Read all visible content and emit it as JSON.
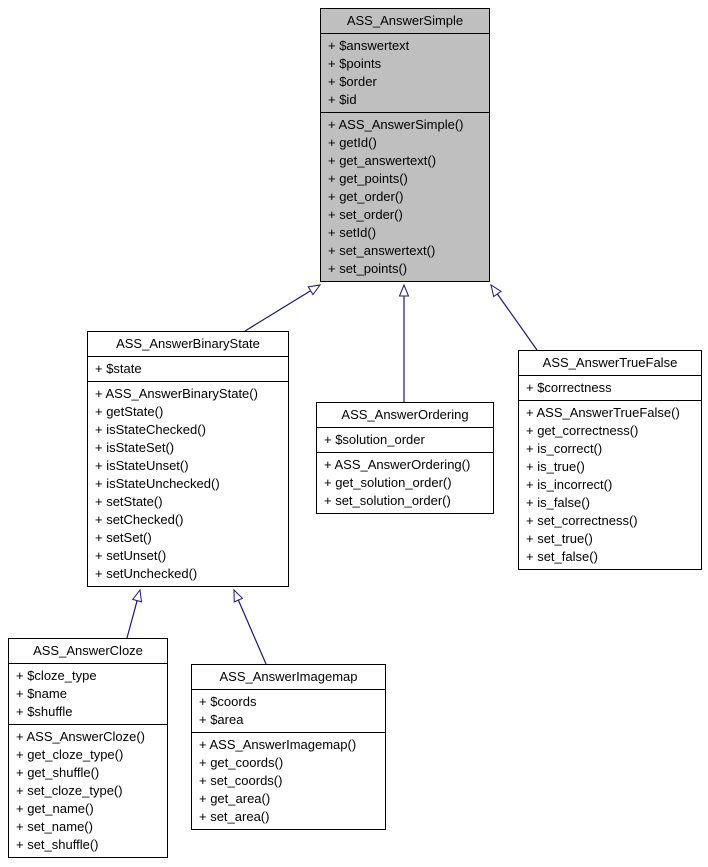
{
  "colors": {
    "edge": "#191970",
    "box_border": "#000000",
    "highlight_fill": "#bfbfbf",
    "node_fill": "#ffffff",
    "background": "#ffffff"
  },
  "classes": [
    {
      "name": "ASS_AnswerSimple",
      "highlighted": true,
      "fields": [
        "+ $answertext",
        "+ $points",
        "+ $order",
        "+ $id"
      ],
      "methods": [
        "+ ASS_AnswerSimple()",
        "+ getId()",
        "+ get_answertext()",
        "+ get_points()",
        "+ get_order()",
        "+ set_order()",
        "+ setId()",
        "+ set_answertext()",
        "+ set_points()"
      ]
    },
    {
      "name": "ASS_AnswerBinaryState",
      "highlighted": false,
      "fields": [
        "+ $state"
      ],
      "methods": [
        "+ ASS_AnswerBinaryState()",
        "+ getState()",
        "+ isStateChecked()",
        "+ isStateSet()",
        "+ isStateUnset()",
        "+ isStateUnchecked()",
        "+ setState()",
        "+ setChecked()",
        "+ setSet()",
        "+ setUnset()",
        "+ setUnchecked()"
      ]
    },
    {
      "name": "ASS_AnswerOrdering",
      "highlighted": false,
      "fields": [
        "+ $solution_order"
      ],
      "methods": [
        "+ ASS_AnswerOrdering()",
        "+ get_solution_order()",
        "+ set_solution_order()"
      ]
    },
    {
      "name": "ASS_AnswerTrueFalse",
      "highlighted": false,
      "fields": [
        "+ $correctness"
      ],
      "methods": [
        "+ ASS_AnswerTrueFalse()",
        "+ get_correctness()",
        "+ is_correct()",
        "+ is_true()",
        "+ is_incorrect()",
        "+ is_false()",
        "+ set_correctness()",
        "+ set_true()",
        "+ set_false()"
      ]
    },
    {
      "name": "ASS_AnswerCloze",
      "highlighted": false,
      "fields": [
        "+ $cloze_type",
        "+ $name",
        "+ $shuffle"
      ],
      "methods": [
        "+ ASS_AnswerCloze()",
        "+ get_cloze_type()",
        "+ get_shuffle()",
        "+ set_cloze_type()",
        "+ get_name()",
        "+ set_name()",
        "+ set_shuffle()"
      ]
    },
    {
      "name": "ASS_AnswerImagemap",
      "highlighted": false,
      "fields": [
        "+ $coords",
        "+ $area"
      ],
      "methods": [
        "+ ASS_AnswerImagemap()",
        "+ get_coords()",
        "+ set_coords()",
        "+ get_area()",
        "+ set_area()"
      ]
    }
  ],
  "relations": [
    {
      "from": "ASS_AnswerBinaryState",
      "to": "ASS_AnswerSimple",
      "type": "inheritance"
    },
    {
      "from": "ASS_AnswerOrdering",
      "to": "ASS_AnswerSimple",
      "type": "inheritance"
    },
    {
      "from": "ASS_AnswerTrueFalse",
      "to": "ASS_AnswerSimple",
      "type": "inheritance"
    },
    {
      "from": "ASS_AnswerCloze",
      "to": "ASS_AnswerBinaryState",
      "type": "inheritance"
    },
    {
      "from": "ASS_AnswerImagemap",
      "to": "ASS_AnswerBinaryState",
      "type": "inheritance"
    }
  ]
}
